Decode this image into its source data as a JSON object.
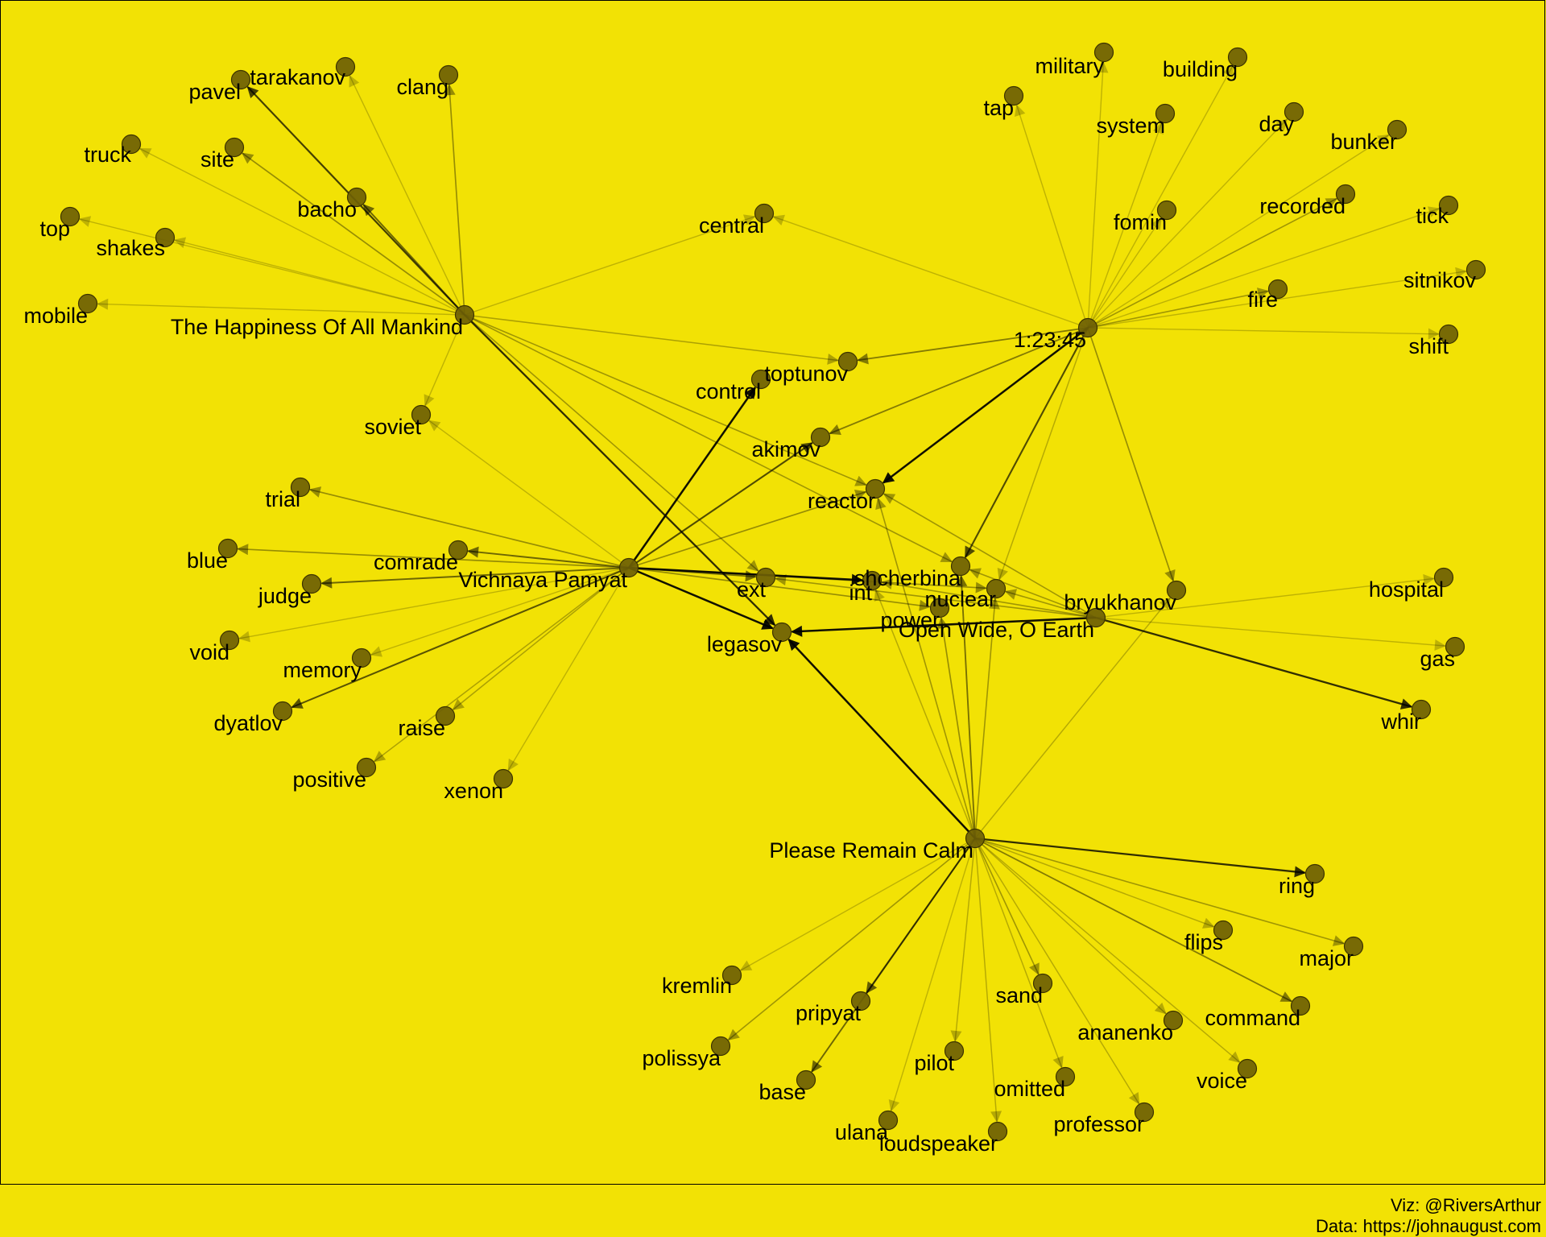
{
  "graph": {
    "type": "network",
    "hubs": [
      {
        "id": "happiness",
        "label": "The Happiness Of All Mankind"
      },
      {
        "id": "clock",
        "label": "1:23:45"
      },
      {
        "id": "vichnaya",
        "label": "Vichnaya Pamyat"
      },
      {
        "id": "openwide",
        "label": "Open Wide, O Earth"
      },
      {
        "id": "calm",
        "label": "Please Remain Calm"
      }
    ],
    "terms": [
      {
        "id": "tarakanov",
        "label": "tarakanov"
      },
      {
        "id": "pavel",
        "label": "pavel"
      },
      {
        "id": "clang",
        "label": "clang"
      },
      {
        "id": "truck",
        "label": "truck"
      },
      {
        "id": "site",
        "label": "site"
      },
      {
        "id": "bacho",
        "label": "bacho"
      },
      {
        "id": "top",
        "label": "top"
      },
      {
        "id": "shakes",
        "label": "shakes"
      },
      {
        "id": "mobile",
        "label": "mobile"
      },
      {
        "id": "central",
        "label": "central"
      },
      {
        "id": "soviet",
        "label": "soviet"
      },
      {
        "id": "military",
        "label": "military"
      },
      {
        "id": "building",
        "label": "building"
      },
      {
        "id": "tap",
        "label": "tap"
      },
      {
        "id": "system",
        "label": "system"
      },
      {
        "id": "day",
        "label": "day"
      },
      {
        "id": "bunker",
        "label": "bunker"
      },
      {
        "id": "fomin",
        "label": "fomin"
      },
      {
        "id": "recorded",
        "label": "recorded"
      },
      {
        "id": "tick",
        "label": "tick"
      },
      {
        "id": "sitnikov",
        "label": "sitnikov"
      },
      {
        "id": "fire",
        "label": "fire"
      },
      {
        "id": "shift",
        "label": "shift"
      },
      {
        "id": "toptunov",
        "label": "toptunov"
      },
      {
        "id": "control",
        "label": "control"
      },
      {
        "id": "akimov",
        "label": "akimov"
      },
      {
        "id": "reactor",
        "label": "reactor"
      },
      {
        "id": "trial",
        "label": "trial"
      },
      {
        "id": "blue",
        "label": "blue"
      },
      {
        "id": "comrade",
        "label": "comrade"
      },
      {
        "id": "judge",
        "label": "judge"
      },
      {
        "id": "void",
        "label": "void"
      },
      {
        "id": "memory",
        "label": "memory"
      },
      {
        "id": "dyatlov",
        "label": "dyatlov"
      },
      {
        "id": "raise",
        "label": "raise"
      },
      {
        "id": "positive",
        "label": "positive"
      },
      {
        "id": "xenon",
        "label": "xenon"
      },
      {
        "id": "ext",
        "label": "ext"
      },
      {
        "id": "shcherbina",
        "label": "shcherbina"
      },
      {
        "id": "int",
        "label": "int"
      },
      {
        "id": "nuclear",
        "label": "nuclear"
      },
      {
        "id": "power",
        "label": "power"
      },
      {
        "id": "bryukhanov",
        "label": "bryukhanov"
      },
      {
        "id": "legasov",
        "label": "legasov"
      },
      {
        "id": "hospital",
        "label": "hospital"
      },
      {
        "id": "gas",
        "label": "gas"
      },
      {
        "id": "whir",
        "label": "whir"
      },
      {
        "id": "ring",
        "label": "ring"
      },
      {
        "id": "flips",
        "label": "flips"
      },
      {
        "id": "major",
        "label": "major"
      },
      {
        "id": "kremlin",
        "label": "kremlin"
      },
      {
        "id": "pripyat",
        "label": "pripyat"
      },
      {
        "id": "sand",
        "label": "sand"
      },
      {
        "id": "command",
        "label": "command"
      },
      {
        "id": "ananenko",
        "label": "ananenko"
      },
      {
        "id": "polissya",
        "label": "polissya"
      },
      {
        "id": "pilot",
        "label": "pilot"
      },
      {
        "id": "omitted",
        "label": "omitted"
      },
      {
        "id": "voice",
        "label": "voice"
      },
      {
        "id": "base",
        "label": "base"
      },
      {
        "id": "professor",
        "label": "professor"
      },
      {
        "id": "ulana",
        "label": "ulana"
      },
      {
        "id": "loudspeaker",
        "label": "loudspeaker"
      }
    ],
    "edges": [
      {
        "from": "happiness",
        "to": "tarakanov",
        "weight": 0.15
      },
      {
        "from": "happiness",
        "to": "pavel",
        "weight": 0.75
      },
      {
        "from": "happiness",
        "to": "clang",
        "weight": 0.35
      },
      {
        "from": "happiness",
        "to": "truck",
        "weight": 0.15
      },
      {
        "from": "happiness",
        "to": "site",
        "weight": 0.35
      },
      {
        "from": "happiness",
        "to": "bacho",
        "weight": 0.55
      },
      {
        "from": "happiness",
        "to": "top",
        "weight": 0.15
      },
      {
        "from": "happiness",
        "to": "shakes",
        "weight": 0.15
      },
      {
        "from": "happiness",
        "to": "mobile",
        "weight": 0.15
      },
      {
        "from": "happiness",
        "to": "central",
        "weight": 0.15
      },
      {
        "from": "happiness",
        "to": "soviet",
        "weight": 0.15
      },
      {
        "from": "happiness",
        "to": "legasov",
        "weight": 0.85
      },
      {
        "from": "happiness",
        "to": "ext",
        "weight": 0.3
      },
      {
        "from": "happiness",
        "to": "reactor",
        "weight": 0.3
      },
      {
        "from": "happiness",
        "to": "toptunov",
        "weight": 0.25
      },
      {
        "from": "happiness",
        "to": "shcherbina",
        "weight": 0.3
      },
      {
        "from": "clock",
        "to": "military",
        "weight": 0.15
      },
      {
        "from": "clock",
        "to": "building",
        "weight": 0.15
      },
      {
        "from": "clock",
        "to": "tap",
        "weight": 0.15
      },
      {
        "from": "clock",
        "to": "system",
        "weight": 0.15
      },
      {
        "from": "clock",
        "to": "day",
        "weight": 0.15
      },
      {
        "from": "clock",
        "to": "bunker",
        "weight": 0.15
      },
      {
        "from": "clock",
        "to": "fomin",
        "weight": 0.15
      },
      {
        "from": "clock",
        "to": "recorded",
        "weight": 0.3
      },
      {
        "from": "clock",
        "to": "tick",
        "weight": 0.15
      },
      {
        "from": "clock",
        "to": "sitnikov",
        "weight": 0.15
      },
      {
        "from": "clock",
        "to": "fire",
        "weight": 0.3
      },
      {
        "from": "clock",
        "to": "shift",
        "weight": 0.15
      },
      {
        "from": "clock",
        "to": "toptunov",
        "weight": 0.45
      },
      {
        "from": "clock",
        "to": "akimov",
        "weight": 0.45
      },
      {
        "from": "clock",
        "to": "reactor",
        "weight": 1.0
      },
      {
        "from": "clock",
        "to": "shcherbina",
        "weight": 0.7
      },
      {
        "from": "clock",
        "to": "bryukhanov",
        "weight": 0.35
      },
      {
        "from": "clock",
        "to": "nuclear",
        "weight": 0.2
      },
      {
        "from": "clock",
        "to": "central",
        "weight": 0.15
      },
      {
        "from": "vichnaya",
        "to": "trial",
        "weight": 0.35
      },
      {
        "from": "vichnaya",
        "to": "blue",
        "weight": 0.35
      },
      {
        "from": "vichnaya",
        "to": "comrade",
        "weight": 0.55
      },
      {
        "from": "vichnaya",
        "to": "judge",
        "weight": 0.55
      },
      {
        "from": "vichnaya",
        "to": "void",
        "weight": 0.15
      },
      {
        "from": "vichnaya",
        "to": "memory",
        "weight": 0.15
      },
      {
        "from": "vichnaya",
        "to": "dyatlov",
        "weight": 0.65
      },
      {
        "from": "vichnaya",
        "to": "raise",
        "weight": 0.25
      },
      {
        "from": "vichnaya",
        "to": "positive",
        "weight": 0.25
      },
      {
        "from": "vichnaya",
        "to": "xenon",
        "weight": 0.15
      },
      {
        "from": "vichnaya",
        "to": "soviet",
        "weight": 0.15
      },
      {
        "from": "vichnaya",
        "to": "control",
        "weight": 1.0
      },
      {
        "from": "vichnaya",
        "to": "akimov",
        "weight": 0.7
      },
      {
        "from": "vichnaya",
        "to": "reactor",
        "weight": 0.35
      },
      {
        "from": "vichnaya",
        "to": "ext",
        "weight": 0.5
      },
      {
        "from": "vichnaya",
        "to": "int",
        "weight": 1.0
      },
      {
        "from": "vichnaya",
        "to": "legasov",
        "weight": 1.0
      },
      {
        "from": "vichnaya",
        "to": "nuclear",
        "weight": 0.35
      },
      {
        "from": "vichnaya",
        "to": "power",
        "weight": 0.35
      },
      {
        "from": "openwide",
        "to": "legasov",
        "weight": 1.0
      },
      {
        "from": "openwide",
        "to": "hospital",
        "weight": 0.15
      },
      {
        "from": "openwide",
        "to": "gas",
        "weight": 0.15
      },
      {
        "from": "openwide",
        "to": "whir",
        "weight": 0.85
      },
      {
        "from": "openwide",
        "to": "reactor",
        "weight": 0.3
      },
      {
        "from": "openwide",
        "to": "shcherbina",
        "weight": 0.3
      },
      {
        "from": "openwide",
        "to": "int",
        "weight": 0.3
      },
      {
        "from": "openwide",
        "to": "ext",
        "weight": 0.3
      },
      {
        "from": "openwide",
        "to": "nuclear",
        "weight": 0.3
      },
      {
        "from": "calm",
        "to": "legasov",
        "weight": 1.0
      },
      {
        "from": "calm",
        "to": "ring",
        "weight": 0.85
      },
      {
        "from": "calm",
        "to": "flips",
        "weight": 0.2
      },
      {
        "from": "calm",
        "to": "major",
        "weight": 0.3
      },
      {
        "from": "calm",
        "to": "command",
        "weight": 0.45
      },
      {
        "from": "calm",
        "to": "voice",
        "weight": 0.2
      },
      {
        "from": "calm",
        "to": "ananenko",
        "weight": 0.2
      },
      {
        "from": "calm",
        "to": "professor",
        "weight": 0.2
      },
      {
        "from": "calm",
        "to": "sand",
        "weight": 0.3
      },
      {
        "from": "calm",
        "to": "omitted",
        "weight": 0.2
      },
      {
        "from": "calm",
        "to": "loudspeaker",
        "weight": 0.2
      },
      {
        "from": "calm",
        "to": "pilot",
        "weight": 0.2
      },
      {
        "from": "calm",
        "to": "ulana",
        "weight": 0.15
      },
      {
        "from": "calm",
        "to": "base",
        "weight": 0.55
      },
      {
        "from": "calm",
        "to": "pripyat",
        "weight": 0.6
      },
      {
        "from": "calm",
        "to": "polissya",
        "weight": 0.3
      },
      {
        "from": "calm",
        "to": "kremlin",
        "weight": 0.15
      },
      {
        "from": "calm",
        "to": "shcherbina",
        "weight": 0.5
      },
      {
        "from": "calm",
        "to": "power",
        "weight": 0.35
      },
      {
        "from": "calm",
        "to": "nuclear",
        "weight": 0.3
      },
      {
        "from": "calm",
        "to": "int",
        "weight": 0.2
      },
      {
        "from": "calm",
        "to": "reactor",
        "weight": 0.3
      },
      {
        "from": "calm",
        "to": "bryukhanov",
        "weight": 0.2
      }
    ]
  },
  "caption": {
    "viz_credit": "Viz: @RiversArthur",
    "data_credit": "Data: https://johnaugust.com"
  },
  "colors": {
    "background": "#f2e205",
    "node_fill": "#6e5f05",
    "node_stroke": "#3c3300",
    "edge": "#000000"
  }
}
